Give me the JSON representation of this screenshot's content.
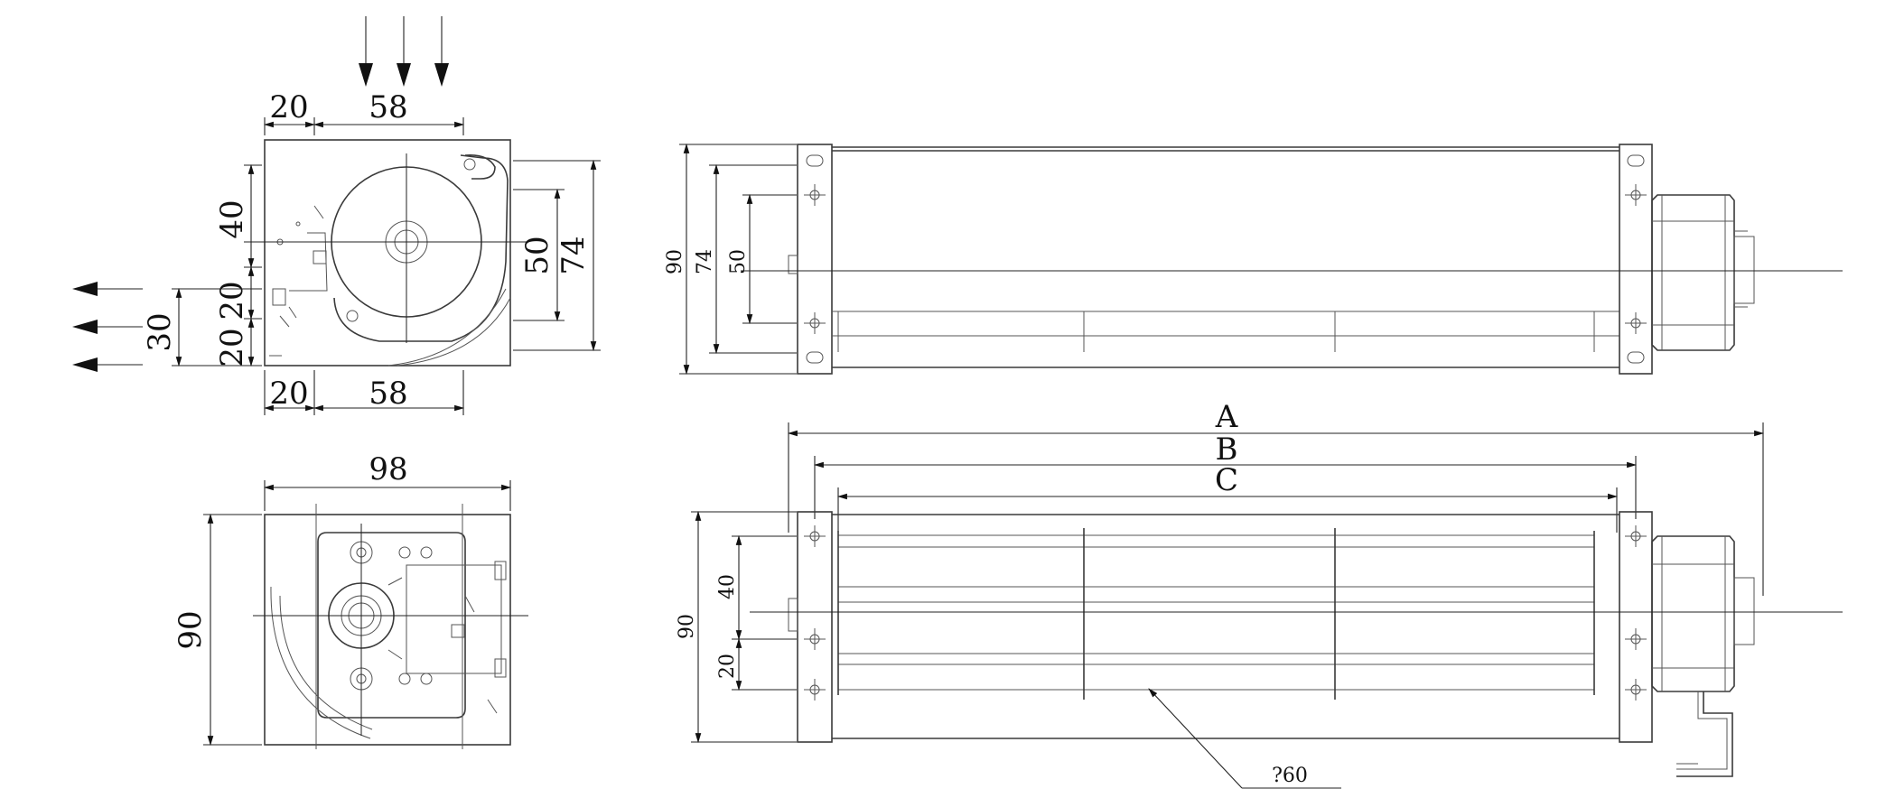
{
  "labels": {
    "top_left_w1": "20",
    "top_left_w2": "58",
    "left_40": "40",
    "left_20a": "20",
    "left_20b": "20",
    "left_30": "30",
    "right_50": "50",
    "right_74": "74",
    "bot_w1": "20",
    "bot_w2": "58",
    "end_98": "98",
    "end_90": "90",
    "side_90": "90",
    "side_74": "74",
    "side_50": "50",
    "dim_A": "A",
    "dim_B": "B",
    "dim_C": "C",
    "front_90": "90",
    "front_40": "40",
    "front_20": "20",
    "diameter": "?60"
  }
}
